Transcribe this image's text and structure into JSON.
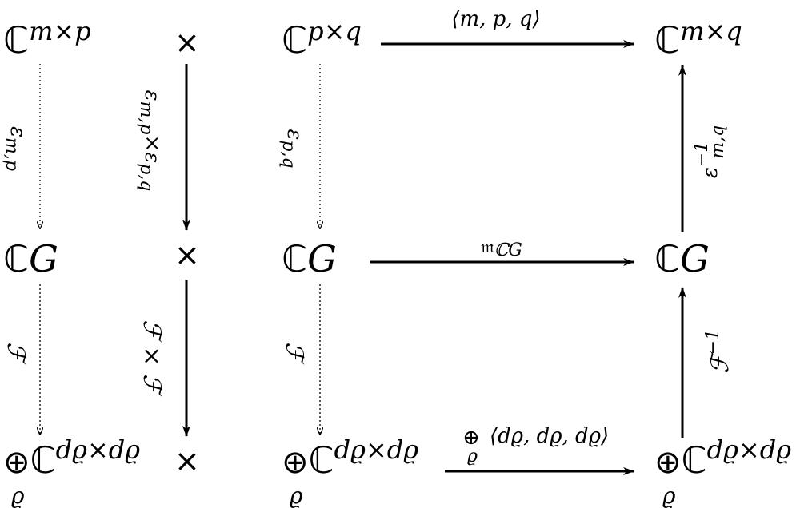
{
  "nodes": {
    "cmp": {
      "base": "ℂ",
      "sup": "m×p"
    },
    "cpq": {
      "base": "ℂ",
      "sup": "p×q"
    },
    "cmq": {
      "base": "ℂ",
      "sup": "m×q"
    },
    "cg": {
      "base": "ℂ",
      "g": "G"
    },
    "dsum": {
      "oplus": "⊕",
      "index": "ϱ",
      "base": "ℂ",
      "sup": "dϱ×dϱ"
    },
    "times": "×"
  },
  "arrows": {
    "eps_mp": "ε",
    "eps_mp_sub": "m,p",
    "eps_pq": "ε",
    "eps_pq_sub": "p,q",
    "eps_product": "ε",
    "eps_product_sub1": "m,p",
    "eps_product_times": "×",
    "eps_product_sub2": "p,q",
    "fourier": "ℱ",
    "fourier_product": "ℱ × ℱ",
    "fourier_inv": "ℱ",
    "fourier_inv_sup": "−1",
    "eps_inv": "ε",
    "eps_inv_sup": "−1",
    "eps_inv_sub": "m,q",
    "top": "⟨m, p, q⟩",
    "middle_frak": "𝔪",
    "middle_sub": "ℂG",
    "bottom_oplus": "⊕",
    "bottom_index": "ϱ",
    "bottom_tensor": "⟨dϱ, dϱ, dϱ⟩"
  }
}
